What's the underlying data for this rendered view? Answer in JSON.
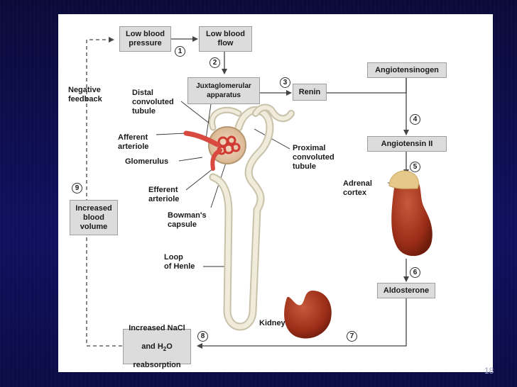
{
  "slide": {
    "number": "18"
  },
  "boxes": {
    "low_bp": "Low blood\npressure",
    "low_flow": "Low blood\nflow",
    "jga": "Juxtaglomerular\napparatus",
    "renin": "Renin",
    "angiotensinogen": "Angiotensinogen",
    "angiotensin2": "Angiotensin II",
    "aldosterone": "Aldosterone",
    "nacl_pre": "Increased NaCl",
    "nacl_and": "and H",
    "nacl_sub": "2",
    "nacl_o": "O",
    "nacl_post": "reabsorption",
    "blood_volume": "Increased\nblood\nvolume"
  },
  "labels": {
    "negative_feedback": "Negative\nfeedback",
    "distal": "Distal\nconvoluted\ntubule",
    "afferent": "Afferent\narteriole",
    "glomerulus": "Glomerulus",
    "efferent": "Efferent\narteriole",
    "bowmans": "Bowman's\ncapsule",
    "loop": "Loop\nof Henle",
    "proximal": "Proximal\nconvoluted\ntubule",
    "adrenal": "Adrenal\ncortex",
    "kidney": "Kidney"
  },
  "steps": [
    "1",
    "2",
    "3",
    "4",
    "5",
    "6",
    "7",
    "8",
    "9"
  ],
  "colors": {
    "box_fill": "#dcdcdc",
    "kidney": "#a8361e",
    "adrenal": "#e6c98a",
    "tubule": "#e9e3cf",
    "vessel": "#d9493f",
    "background": "#101060"
  }
}
